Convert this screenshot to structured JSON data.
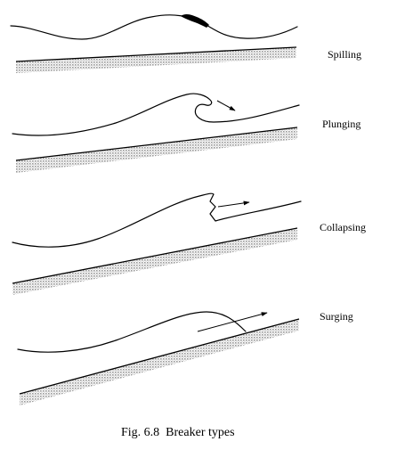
{
  "diagram": {
    "panels": [
      {
        "id": "spilling",
        "label": "Spilling"
      },
      {
        "id": "plunging",
        "label": "Plunging"
      },
      {
        "id": "collapsing",
        "label": "Collapsing"
      },
      {
        "id": "surging",
        "label": "Surging"
      }
    ],
    "caption": "Fig. 6.8  Breaker types",
    "colors": {
      "line": "#000000",
      "seabed_hatch": "#b3b3b3",
      "background": "#ffffff"
    }
  }
}
